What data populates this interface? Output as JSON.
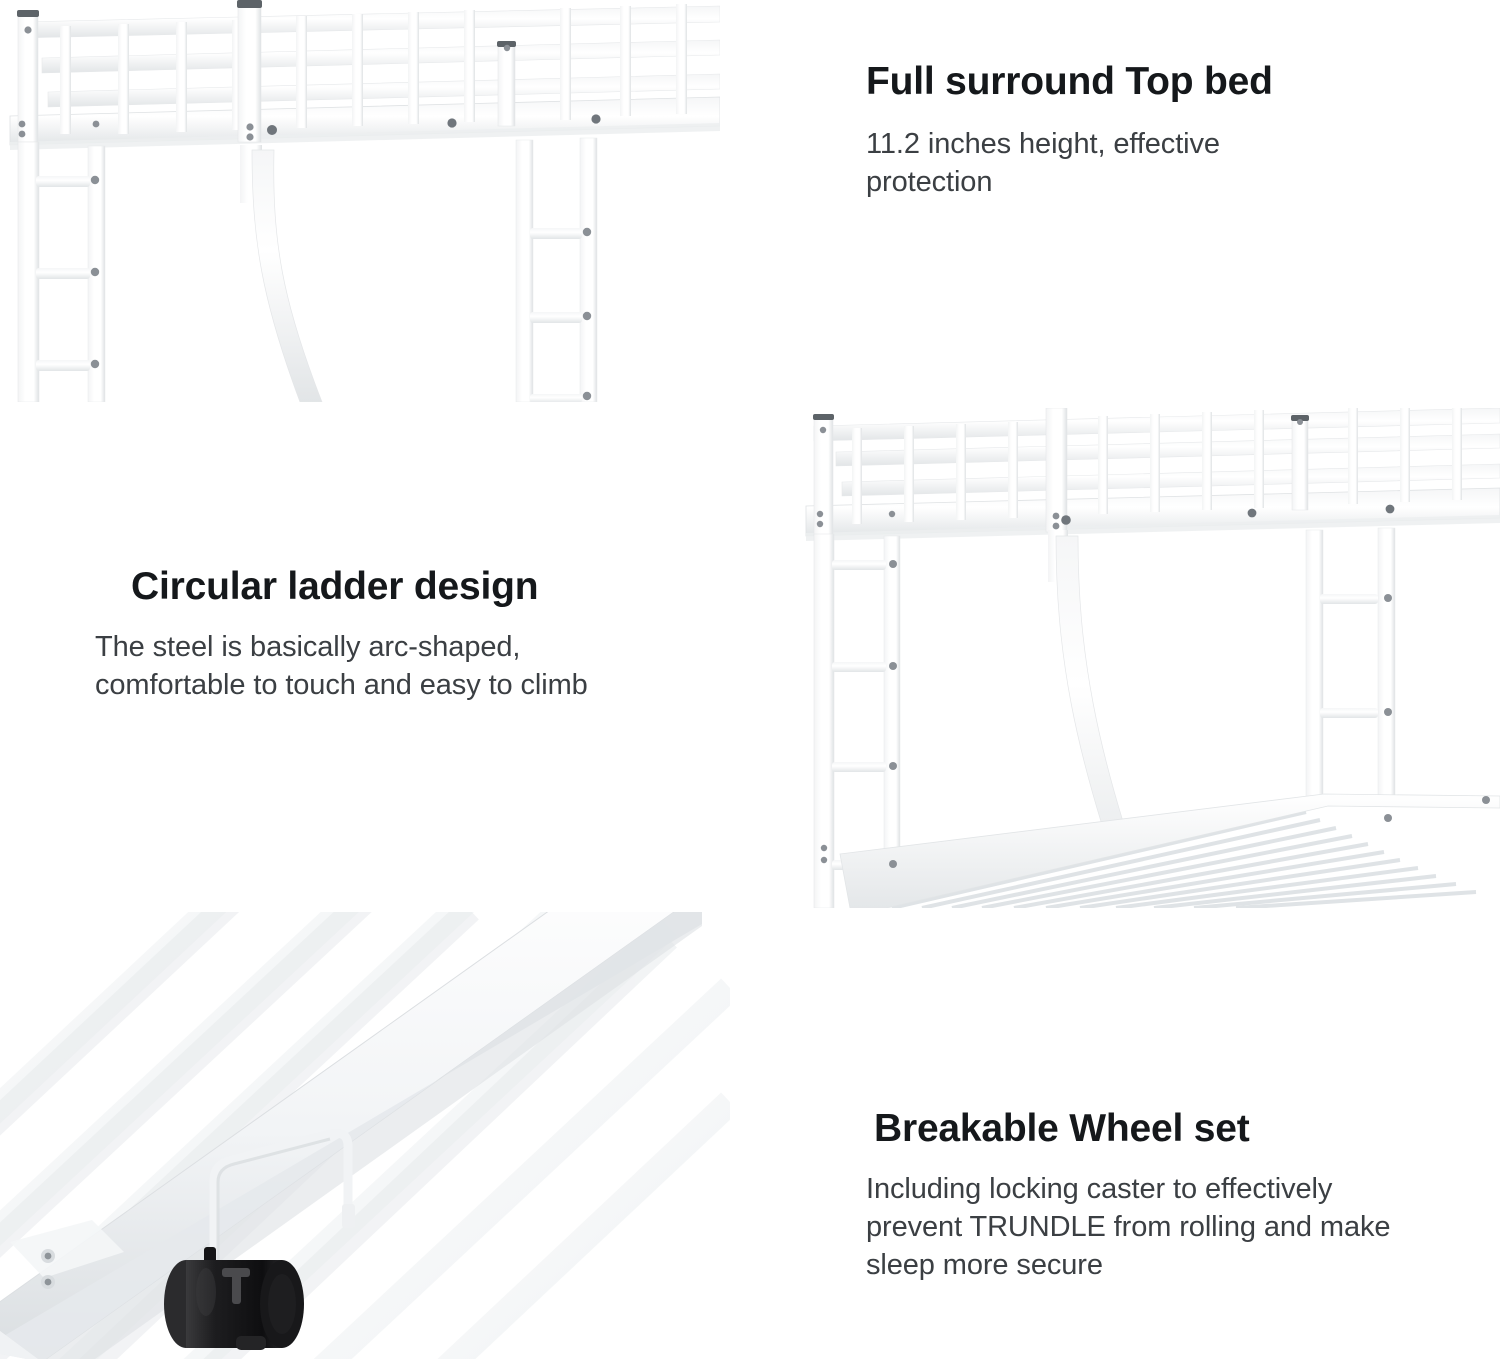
{
  "page": {
    "background_color": "#ffffff",
    "heading_color": "#15181b",
    "body_color": "#3b3f43",
    "metal_color": "#ffffff",
    "metal_shade_color": "#e8eaec",
    "bolt_color": "#8b9096",
    "wheel_color": "#1a1a1a"
  },
  "features": [
    {
      "id": "full-surround-top-bed",
      "heading": "Full surround Top bed",
      "body": "11.2 inches height, effective protection",
      "photo_name": "bunk-bed-top-guardrail-photo"
    },
    {
      "id": "circular-ladder-design",
      "heading": "Circular ladder design",
      "body": "The steel is basically arc-shaped, comfortable to touch and easy to climb",
      "photo_name": "bunk-bed-curved-ladder-photo"
    },
    {
      "id": "breakable-wheel-set",
      "heading": "Breakable Wheel set",
      "body": "Including locking caster to effectively prevent TRUNDLE from rolling and make sleep more secure",
      "photo_name": "trundle-slats-caster-photo"
    }
  ]
}
